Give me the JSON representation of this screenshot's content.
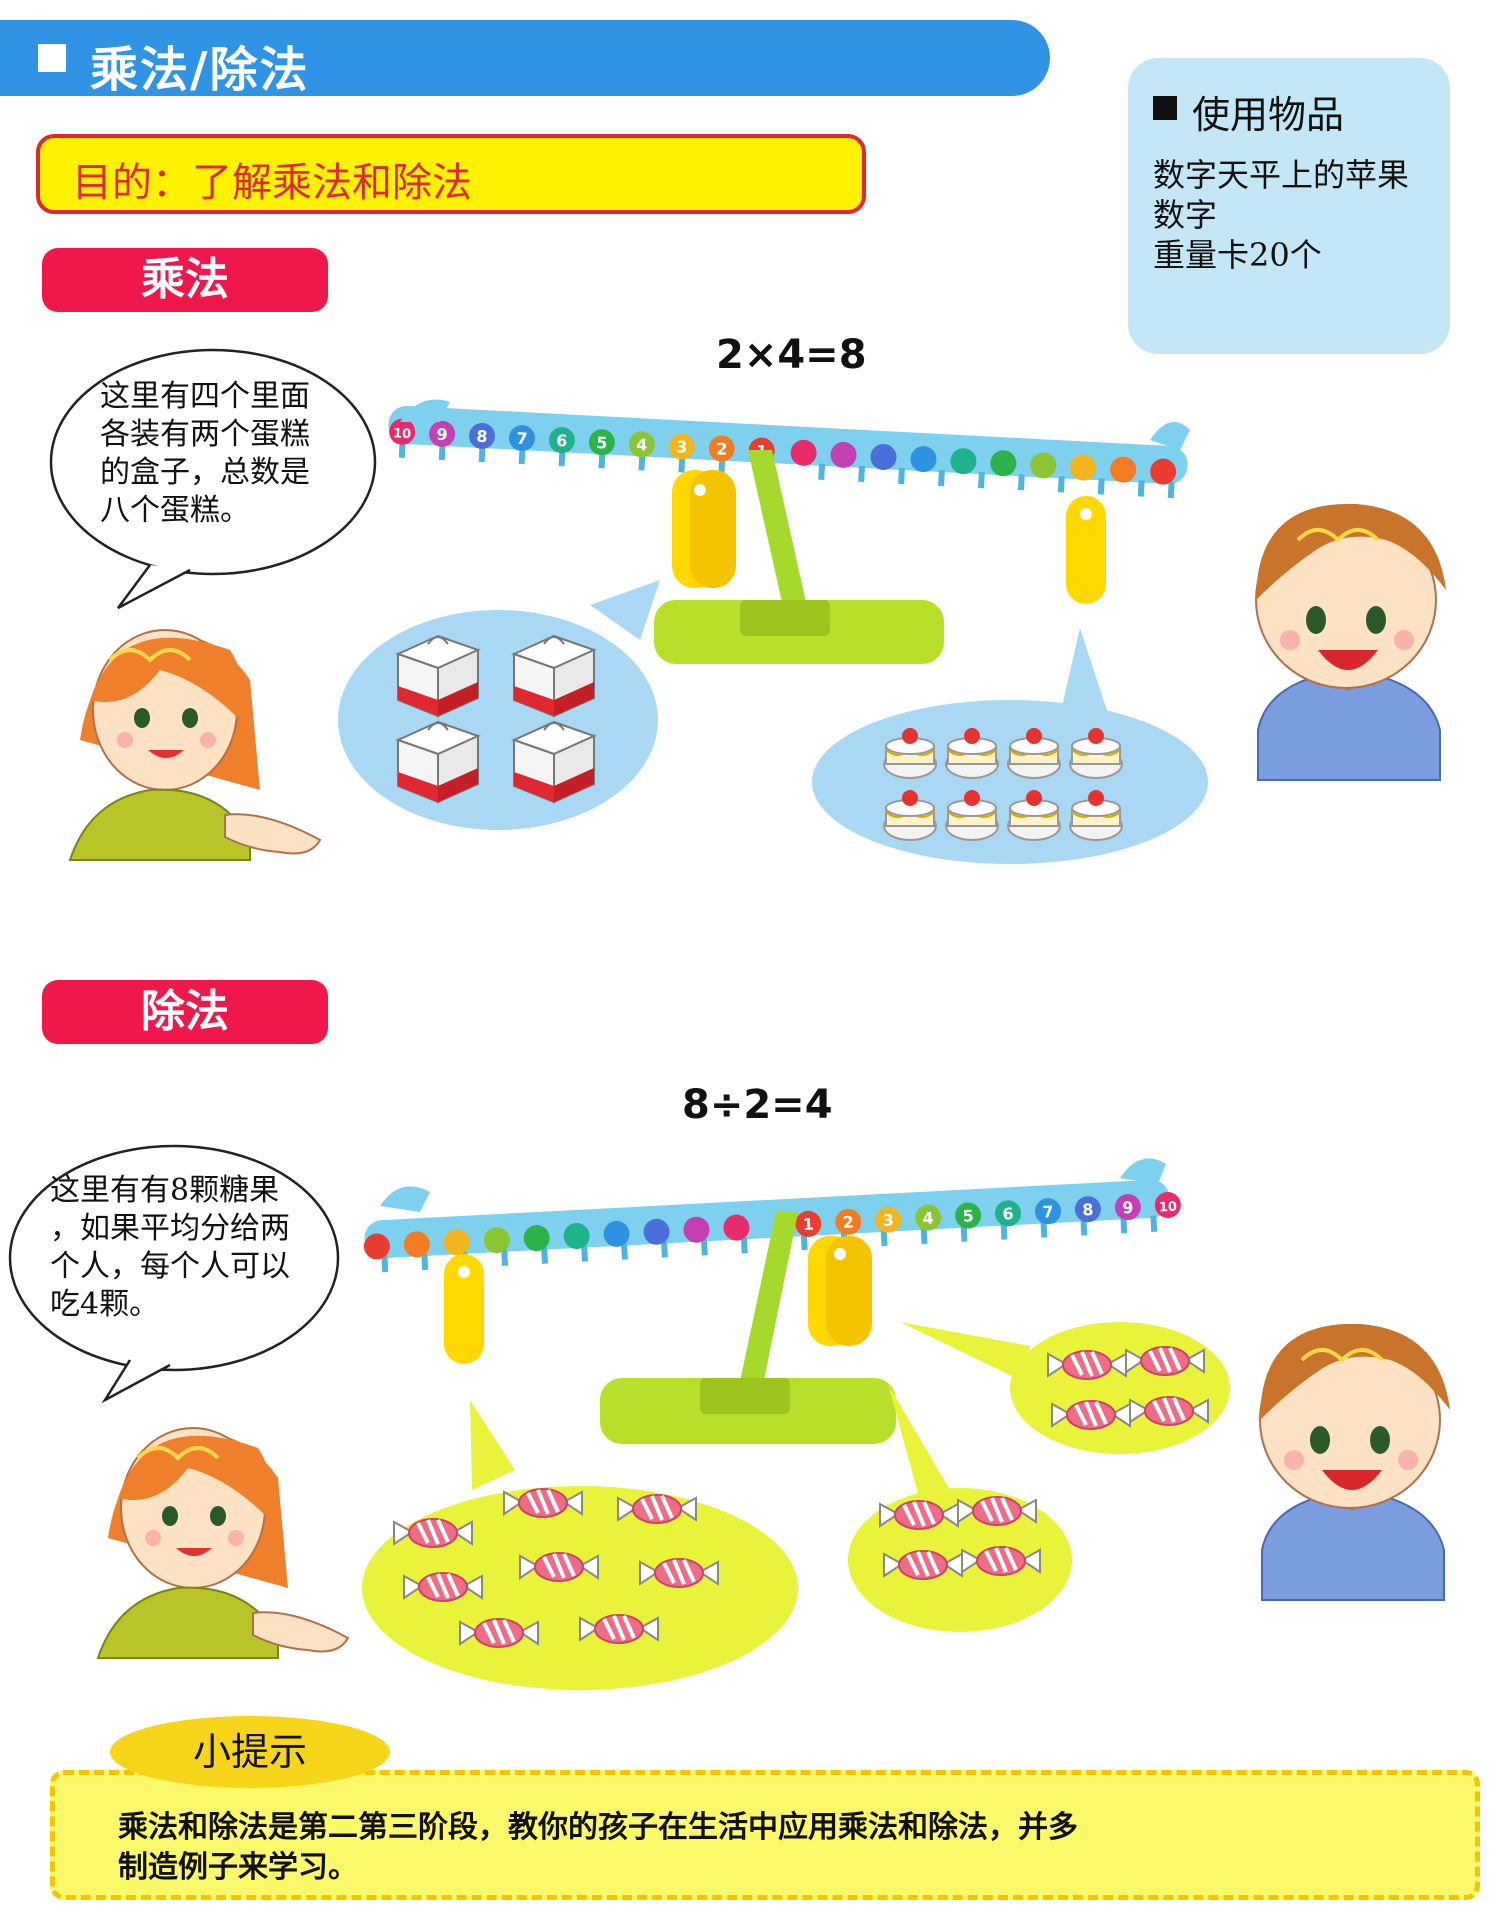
{
  "header": {
    "title": "乘法/除法"
  },
  "goal": {
    "text": "目的：了解乘法和除法"
  },
  "materials": {
    "title": "使用物品",
    "items": [
      "数字天平上的苹果",
      "数字",
      "重量卡20个"
    ]
  },
  "multiplication": {
    "label": "乘法",
    "equation": "2×4=8",
    "bubble_lines": [
      "这里有四个里面",
      "各装有两个蛋糕",
      "的盒子，总数是",
      "八个蛋糕。"
    ],
    "scale_left_numbers": [
      "10",
      "9",
      "8",
      "7",
      "6",
      "5",
      "4",
      "3",
      "2",
      "1"
    ]
  },
  "division": {
    "label": "除法",
    "equation": "8÷2=4",
    "bubble_lines": [
      "这里有有8颗糖果",
      "，如果平均分给两",
      "个人，每个人可以",
      "吃4颗。"
    ],
    "scale_right_numbers": [
      "1",
      "2",
      "3",
      "4",
      "5",
      "6",
      "7",
      "8",
      "9",
      "10"
    ]
  },
  "tips": {
    "badge": "小提示",
    "lines": [
      "乘法和除法是第二第三阶段，教你的孩子在生活中应用乘法和除法，并多",
      "制造例子来学习。"
    ]
  },
  "colors": {
    "header_blue": "#2f93e6",
    "goal_yellow": "#fff200",
    "goal_red": "#e0282f",
    "section_red": "#f0174a",
    "materials_blue": "#c4e7f8",
    "tips_yellow": "#fbf86a",
    "bubble_blue": "#a9d8f5",
    "bubble_green": "#e8f33a",
    "scale_green": "#b8e02a",
    "scale_yellow": "#ffd800",
    "candy_pink": "#f06c86"
  }
}
